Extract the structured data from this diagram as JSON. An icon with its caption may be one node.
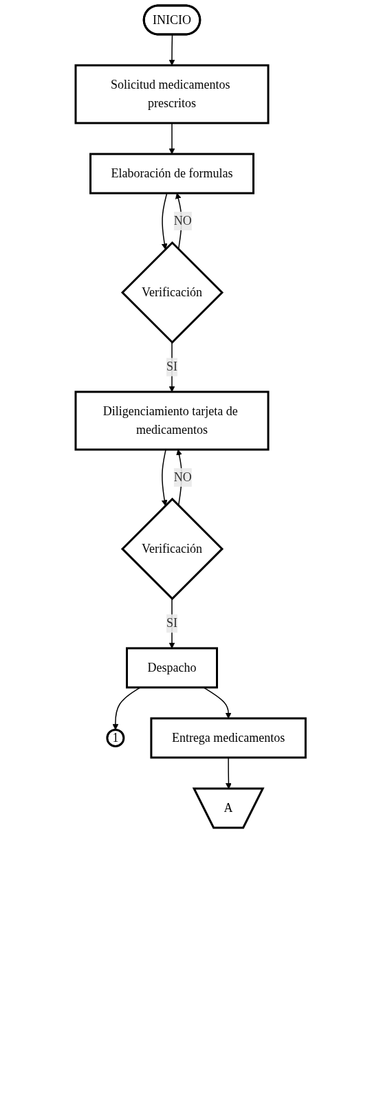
{
  "diagram": {
    "nodes": [
      {
        "text": [
          "INICIO"
        ]
      },
      {
        "text": [
          "Solicitud medicamentos prescritos"
        ]
      },
      {
        "text": [
          "Elaboración de formulas"
        ]
      },
      {
        "text": [
          "Verificación"
        ]
      },
      {
        "text": [
          "Diligenciamiento tarjeta de medicamentos"
        ]
      },
      {
        "text": [
          "Verificación"
        ]
      },
      {
        "text": [
          "Despacho"
        ]
      },
      {
        "text": [
          "1"
        ]
      },
      {
        "text": [
          "Entrega medicamentos"
        ]
      },
      {
        "text": [
          "A"
        ]
      }
    ],
    "edges": [
      {
        "from": 0,
        "to": 1,
        "arrow": "to"
      },
      {
        "from": 1,
        "to": 2,
        "arrow": "to"
      },
      {
        "from": 2,
        "to": 3,
        "arrow": "to"
      },
      {
        "from": 3,
        "to": 2,
        "label": "NO",
        "arrow": "to"
      },
      {
        "from": 3,
        "to": 4,
        "label": "SI",
        "arrow": "to"
      },
      {
        "from": 4,
        "to": 5,
        "arrow": "to"
      },
      {
        "from": 5,
        "to": 4,
        "label": "NO",
        "arrow": "to"
      },
      {
        "from": 5,
        "to": 6,
        "label": "SI",
        "arrow": "to"
      },
      {
        "from": 6,
        "to": 7,
        "arrow": "to"
      },
      {
        "from": 6,
        "to": 8,
        "arrow": "to"
      },
      {
        "from": 8,
        "to": 9,
        "arrow": "to"
      }
    ]
  }
}
